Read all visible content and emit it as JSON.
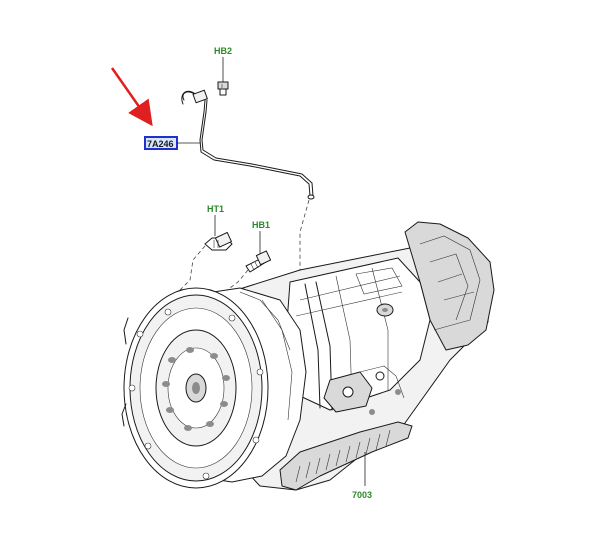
{
  "callouts": {
    "hb2": "HB2",
    "ht1": "HT1",
    "hb1": "HB1",
    "part_7a246": "7A246",
    "part_7003": "7003"
  },
  "colors": {
    "callout_text": "#2a8a2a",
    "highlight_border": "#1f2fd0",
    "highlight_fill": "#d6e6ff",
    "arrow": "#e02020"
  }
}
